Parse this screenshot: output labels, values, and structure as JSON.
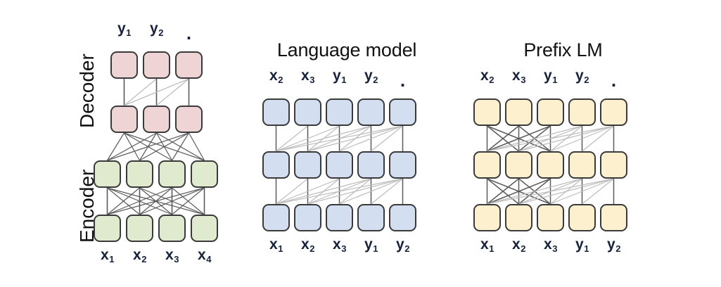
{
  "figure": {
    "kind": "attention-mask-architecture-diagram",
    "background": "#ffffff",
    "panels": [
      {
        "id": "encoder-decoder",
        "title": "",
        "side_labels": [
          {
            "name": "decoder-label",
            "text": "Decoder"
          },
          {
            "name": "encoder-label",
            "text": "Encoder"
          }
        ],
        "block_colors": {
          "decoder": "#eed4d4",
          "encoder": "#dfeacf"
        },
        "top_tokens": [
          {
            "base": "y",
            "sub": "1"
          },
          {
            "base": "y",
            "sub": "2"
          },
          {
            "base": ".",
            "sub": ""
          }
        ],
        "bottom_tokens": [
          {
            "base": "x",
            "sub": "1"
          },
          {
            "base": "x",
            "sub": "2"
          },
          {
            "base": "x",
            "sub": "3"
          },
          {
            "base": "x",
            "sub": "4"
          }
        ],
        "rows": [
          {
            "name": "decoder-row-top",
            "color": "pink",
            "count": 3
          },
          {
            "name": "decoder-row-bottom",
            "color": "pink",
            "count": 3
          },
          {
            "name": "encoder-row-top",
            "color": "green",
            "count": 4
          },
          {
            "name": "encoder-row-bottom",
            "color": "green",
            "count": 4
          }
        ]
      },
      {
        "id": "language-model",
        "title": "Language model",
        "side_labels": [],
        "block_colors": {
          "layers": "#d3dff0"
        },
        "top_tokens": [
          {
            "base": "x",
            "sub": "2"
          },
          {
            "base": "x",
            "sub": "3"
          },
          {
            "base": "y",
            "sub": "1"
          },
          {
            "base": "y",
            "sub": "2"
          },
          {
            "base": ".",
            "sub": ""
          }
        ],
        "bottom_tokens": [
          {
            "base": "x",
            "sub": "1"
          },
          {
            "base": "x",
            "sub": "2"
          },
          {
            "base": "x",
            "sub": "3"
          },
          {
            "base": "y",
            "sub": "1"
          },
          {
            "base": "y",
            "sub": "2"
          }
        ],
        "rows": [
          {
            "name": "lm-row-top",
            "color": "blue",
            "count": 5
          },
          {
            "name": "lm-row-middle",
            "color": "blue",
            "count": 5
          },
          {
            "name": "lm-row-bottom",
            "color": "blue",
            "count": 5
          }
        ],
        "attention": "causal"
      },
      {
        "id": "prefix-lm",
        "title": "Prefix LM",
        "side_labels": [],
        "block_colors": {
          "layers": "#fcf0cf"
        },
        "top_tokens": [
          {
            "base": "x",
            "sub": "2"
          },
          {
            "base": "x",
            "sub": "3"
          },
          {
            "base": "y",
            "sub": "1"
          },
          {
            "base": "y",
            "sub": "2"
          },
          {
            "base": ".",
            "sub": ""
          }
        ],
        "bottom_tokens": [
          {
            "base": "x",
            "sub": "1"
          },
          {
            "base": "x",
            "sub": "2"
          },
          {
            "base": "x",
            "sub": "3"
          },
          {
            "base": "y",
            "sub": "1"
          },
          {
            "base": "y",
            "sub": "2"
          }
        ],
        "rows": [
          {
            "name": "prefix-row-top",
            "color": "yellow",
            "count": 5
          },
          {
            "name": "prefix-row-middle",
            "color": "yellow",
            "count": 5
          },
          {
            "name": "prefix-row-bottom",
            "color": "yellow",
            "count": 5
          }
        ],
        "attention": "prefix-causal",
        "prefix_length": 3
      }
    ],
    "colors": {
      "decoder_fill": "#eed4d4",
      "encoder_fill": "#dfeacf",
      "lm_fill": "#d3dff0",
      "prefix_fill": "#fcf0cf",
      "block_stroke": "#3a3a3a",
      "wire_dark": "#5a5a5a",
      "wire_light": "#bdbdbd",
      "token_text": "#16213c",
      "title_text": "#121212"
    }
  }
}
